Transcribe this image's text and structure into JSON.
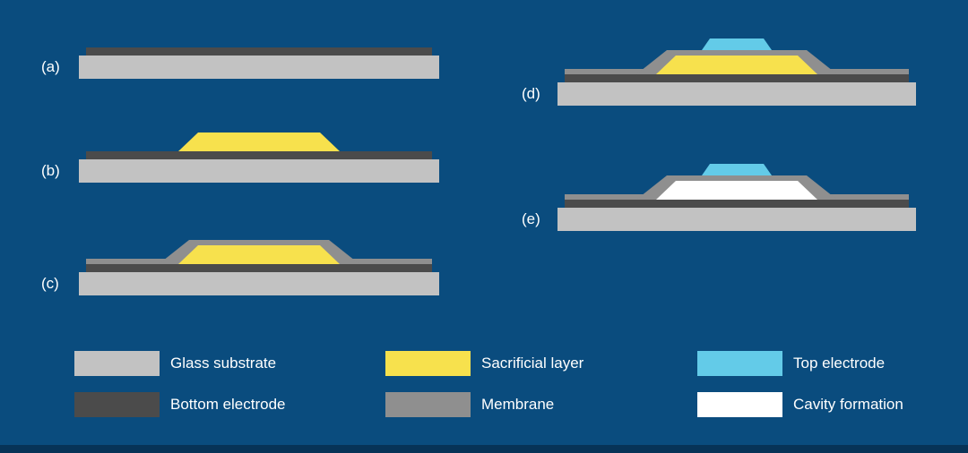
{
  "steps": [
    {
      "id": "a",
      "label": "(a)"
    },
    {
      "id": "b",
      "label": "(b)"
    },
    {
      "id": "c",
      "label": "(c)"
    },
    {
      "id": "d",
      "label": "(d)"
    },
    {
      "id": "e",
      "label": "(e)"
    }
  ],
  "legend": {
    "items": [
      {
        "name": "glass-substrate",
        "label": "Glass substrate",
        "color": "#c2c2c2"
      },
      {
        "name": "sacrificial-layer",
        "label": "Sacrificial layer",
        "color": "#f7e14d"
      },
      {
        "name": "top-electrode",
        "label": "Top electrode",
        "color": "#63cbe8"
      },
      {
        "name": "bottom-electrode",
        "label": "Bottom electrode",
        "color": "#4b4b4b"
      },
      {
        "name": "membrane",
        "label": "Membrane",
        "color": "#8f8f8f"
      },
      {
        "name": "cavity-formation",
        "label": "Cavity formation",
        "color": "#ffffff"
      }
    ]
  },
  "palette": {
    "background": "#0a4c7e",
    "footer_stripe": "#073357",
    "glass_substrate": "#c2c2c2",
    "bottom_electrode": "#4b4b4b",
    "sacrificial_layer": "#f7e14d",
    "membrane": "#8f8f8f",
    "top_electrode": "#63cbe8",
    "cavity": "#ffffff",
    "text": "#ffffff"
  }
}
